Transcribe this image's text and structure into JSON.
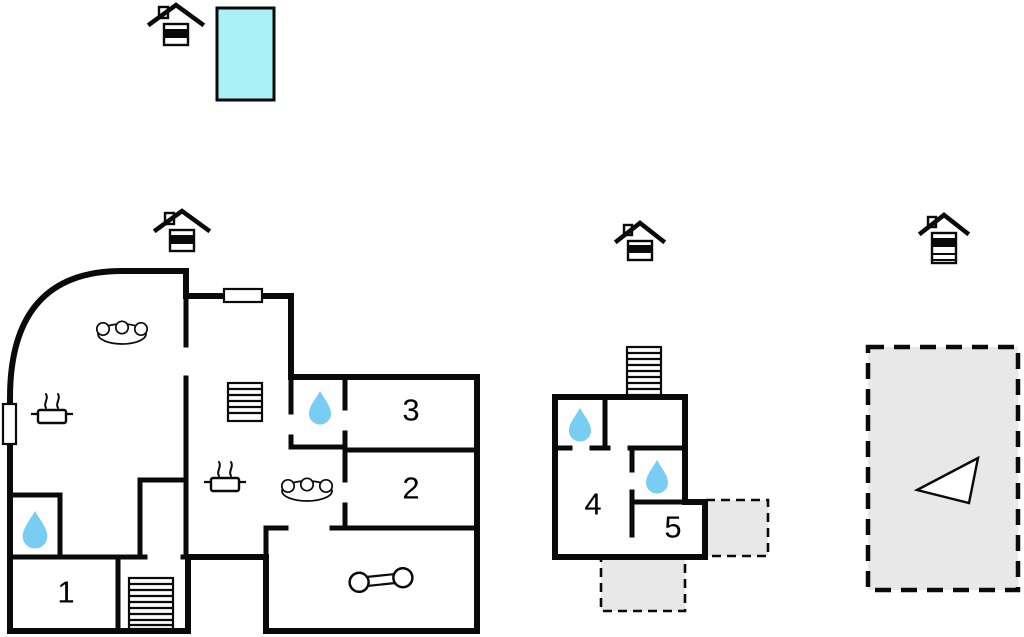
{
  "page": {
    "title": "Property floor plan"
  },
  "colors": {
    "wall": "#0a0a0a",
    "pool_fill": "#a9f1f7",
    "terrace_fill": "#e8e8e8",
    "water_drop_fill": "#79cdf2",
    "arrow_fill": "#ffffff",
    "background": "#ffffff"
  },
  "rooms": [
    {
      "id": "room-1",
      "label": "1"
    },
    {
      "id": "room-2",
      "label": "2"
    },
    {
      "id": "room-3",
      "label": "3"
    },
    {
      "id": "room-4",
      "label": "4"
    },
    {
      "id": "room-5",
      "label": "5"
    }
  ],
  "icons": {
    "pool": "swimming-pool",
    "water_drop": "bathroom-water-drop",
    "sofa": "sofa-seating",
    "cooker": "kitchen-cooker",
    "stairs": "staircase",
    "dumbbell": "fitness-equipment",
    "north_arrow": "north-arrow",
    "floor_level": "floor-level-indicator",
    "window": "window-opening"
  }
}
